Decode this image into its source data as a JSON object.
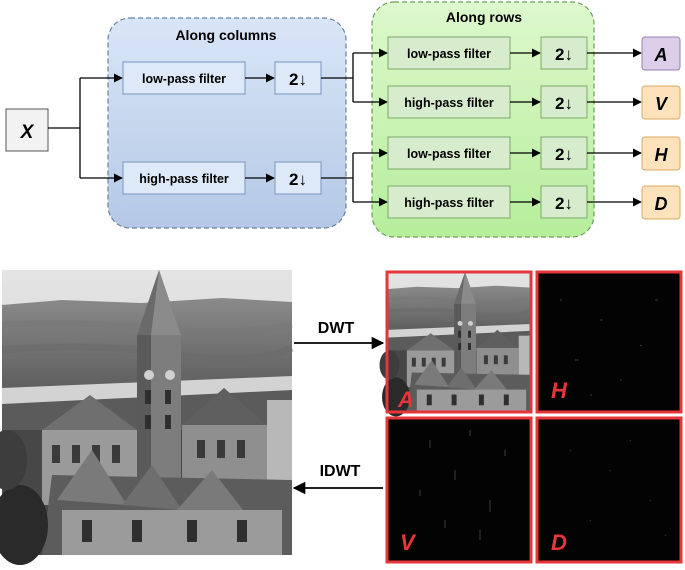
{
  "diagram": {
    "input_label": "X",
    "columns_group_title": "Along columns",
    "rows_group_title": "Along rows",
    "lowpass_label": "low-pass filter",
    "highpass_label": "high-pass filter",
    "downsample_label": "2↓",
    "outputs": [
      "A",
      "V",
      "H",
      "D"
    ]
  },
  "transform": {
    "forward_label": "DWT",
    "inverse_label": "IDWT",
    "subband_labels": [
      "A",
      "H",
      "V",
      "D"
    ]
  },
  "colors": {
    "columns_group_fill": "#c5d6ee",
    "rows_group_fill": "#c9f3b6",
    "filter_box_fill": "#dde9f8",
    "row_filter_fill": "#d7eccd",
    "output_A_fill": "#dccde8",
    "output_VHD_fill": "#fde2bc",
    "subband_border": "#e8353a",
    "subband_label": "#e8353a"
  }
}
